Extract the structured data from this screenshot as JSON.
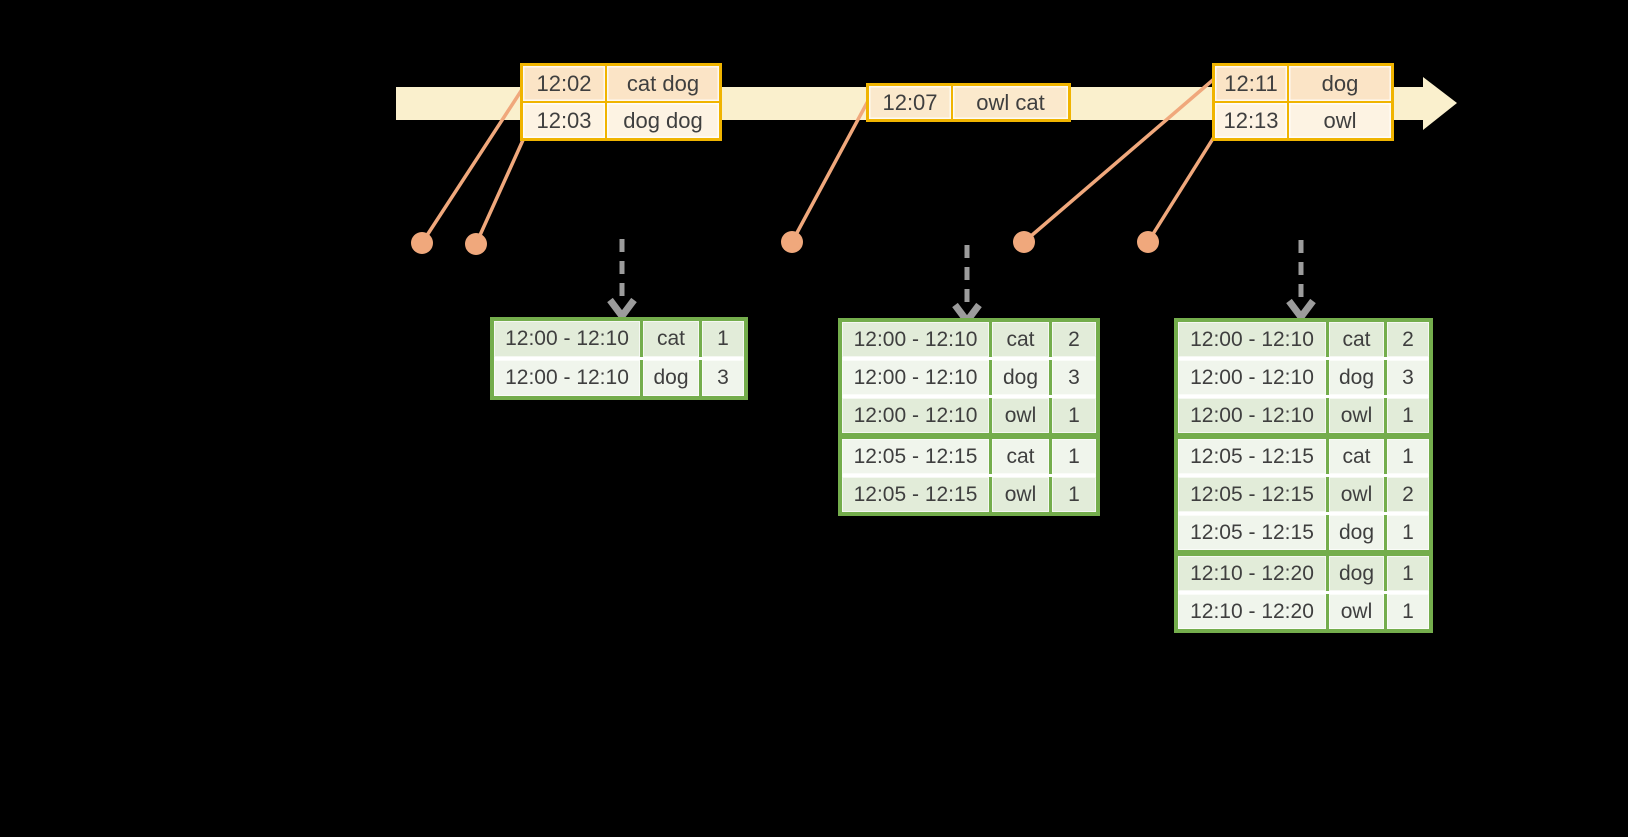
{
  "colors": {
    "background": "#000000",
    "timeline_fill": "#FAF0CD",
    "event_border": "#F0B400",
    "event_row_dark": "#FBE4C6",
    "event_row_light": "#FDF3E3",
    "event_row_mid": "#FBE9CC",
    "result_border": "#74AD4C",
    "result_row_dark": "#E2ECD9",
    "result_row_light": "#F0F5EC",
    "connector": "#F0A87C",
    "trigger_arrow": "#9C9C9C",
    "text": "#3F3F3F",
    "cell_divider": "#FFFFFF"
  },
  "timeline": {
    "event_tables": [
      {
        "rows": [
          {
            "time": "12:02",
            "words": "cat dog"
          },
          {
            "time": "12:03",
            "words": "dog dog"
          }
        ]
      },
      {
        "rows": [
          {
            "time": "12:07",
            "words": "owl cat"
          }
        ]
      },
      {
        "rows": [
          {
            "time": "12:11",
            "words": "dog"
          },
          {
            "time": "12:13",
            "words": "owl"
          }
        ]
      }
    ]
  },
  "result_tables": [
    {
      "rows": [
        {
          "window": "12:00 - 12:10",
          "word": "cat",
          "count": "1",
          "group": 0
        },
        {
          "window": "12:00 - 12:10",
          "word": "dog",
          "count": "3",
          "group": 0
        }
      ]
    },
    {
      "rows": [
        {
          "window": "12:00 - 12:10",
          "word": "cat",
          "count": "2",
          "group": 0
        },
        {
          "window": "12:00 - 12:10",
          "word": "dog",
          "count": "3",
          "group": 0
        },
        {
          "window": "12:00 - 12:10",
          "word": "owl",
          "count": "1",
          "group": 0
        },
        {
          "window": "12:05 - 12:15",
          "word": "cat",
          "count": "1",
          "group": 1
        },
        {
          "window": "12:05 - 12:15",
          "word": "owl",
          "count": "1",
          "group": 1
        }
      ]
    },
    {
      "rows": [
        {
          "window": "12:00 - 12:10",
          "word": "cat",
          "count": "2",
          "group": 0
        },
        {
          "window": "12:00 - 12:10",
          "word": "dog",
          "count": "3",
          "group": 0
        },
        {
          "window": "12:00 - 12:10",
          "word": "owl",
          "count": "1",
          "group": 0
        },
        {
          "window": "12:05 - 12:15",
          "word": "cat",
          "count": "1",
          "group": 1
        },
        {
          "window": "12:05 - 12:15",
          "word": "owl",
          "count": "2",
          "group": 1
        },
        {
          "window": "12:05 - 12:15",
          "word": "dog",
          "count": "1",
          "group": 1
        },
        {
          "window": "12:10 - 12:20",
          "word": "dog",
          "count": "1",
          "group": 2
        },
        {
          "window": "12:10 - 12:20",
          "word": "owl",
          "count": "1",
          "group": 2
        }
      ]
    }
  ]
}
